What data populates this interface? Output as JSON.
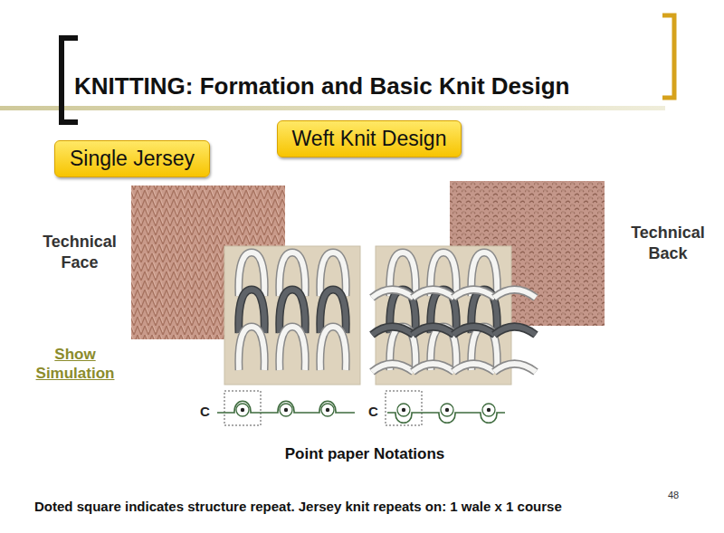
{
  "diagram": {
    "title": "KNITTING: Formation and Basic Knit Design",
    "caption": "Doted square indicates structure repeat. Jersey knit repeats on: 1 wale x 1 course",
    "nodes": [
      {
        "text": [
          "Weft Knit Design"
        ]
      },
      {
        "text": [
          "Single Jersey"
        ]
      }
    ],
    "labels": [
      "Technical Face",
      "Technical Back",
      "Show Simulation",
      "C",
      "C",
      "Point paper Notations",
      "48"
    ]
  }
}
